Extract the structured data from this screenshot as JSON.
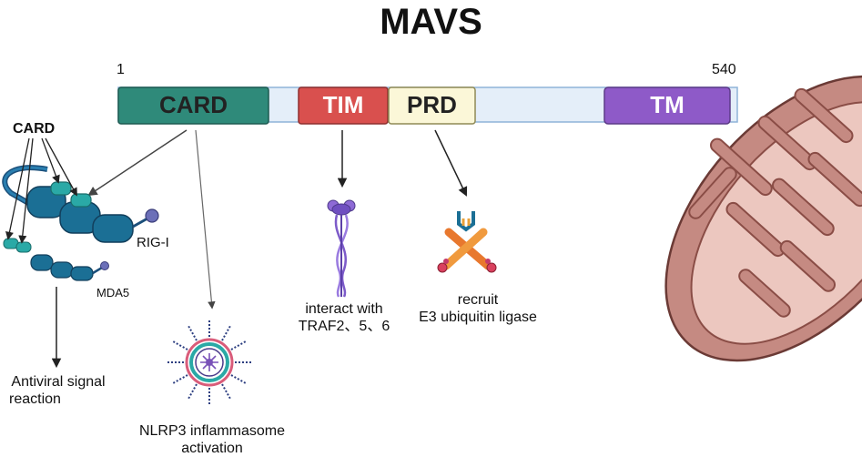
{
  "title": "MAVS",
  "positions": {
    "start": "1",
    "end": "540"
  },
  "domains": {
    "card": "CARD",
    "tim": "TIM",
    "prd": "PRD",
    "tm": "TM"
  },
  "colors": {
    "backbone": "#e4eef9",
    "card": "#2f8a7a",
    "tim": "#d9504e",
    "prd": "#fbf7d8",
    "tm": "#8e5ac8",
    "mitochondrion": "#c58a82",
    "receptor": "#1b6f95",
    "receptor_card": "#2aa9a6"
  },
  "left": {
    "card_label": "CARD",
    "rig_i": "RIG-I",
    "mda5": "MDA5",
    "antiviral_line1": "Antiviral signal",
    "antiviral_line2": "reaction"
  },
  "nlrp3": {
    "line1": "NLRP3 inflammasome",
    "line2": "activation"
  },
  "traf": {
    "line1": "interact with",
    "line2": "TRAF2、5、6"
  },
  "e3": {
    "line1": "recruit",
    "line2": "E3 ubiquitin ligase"
  }
}
